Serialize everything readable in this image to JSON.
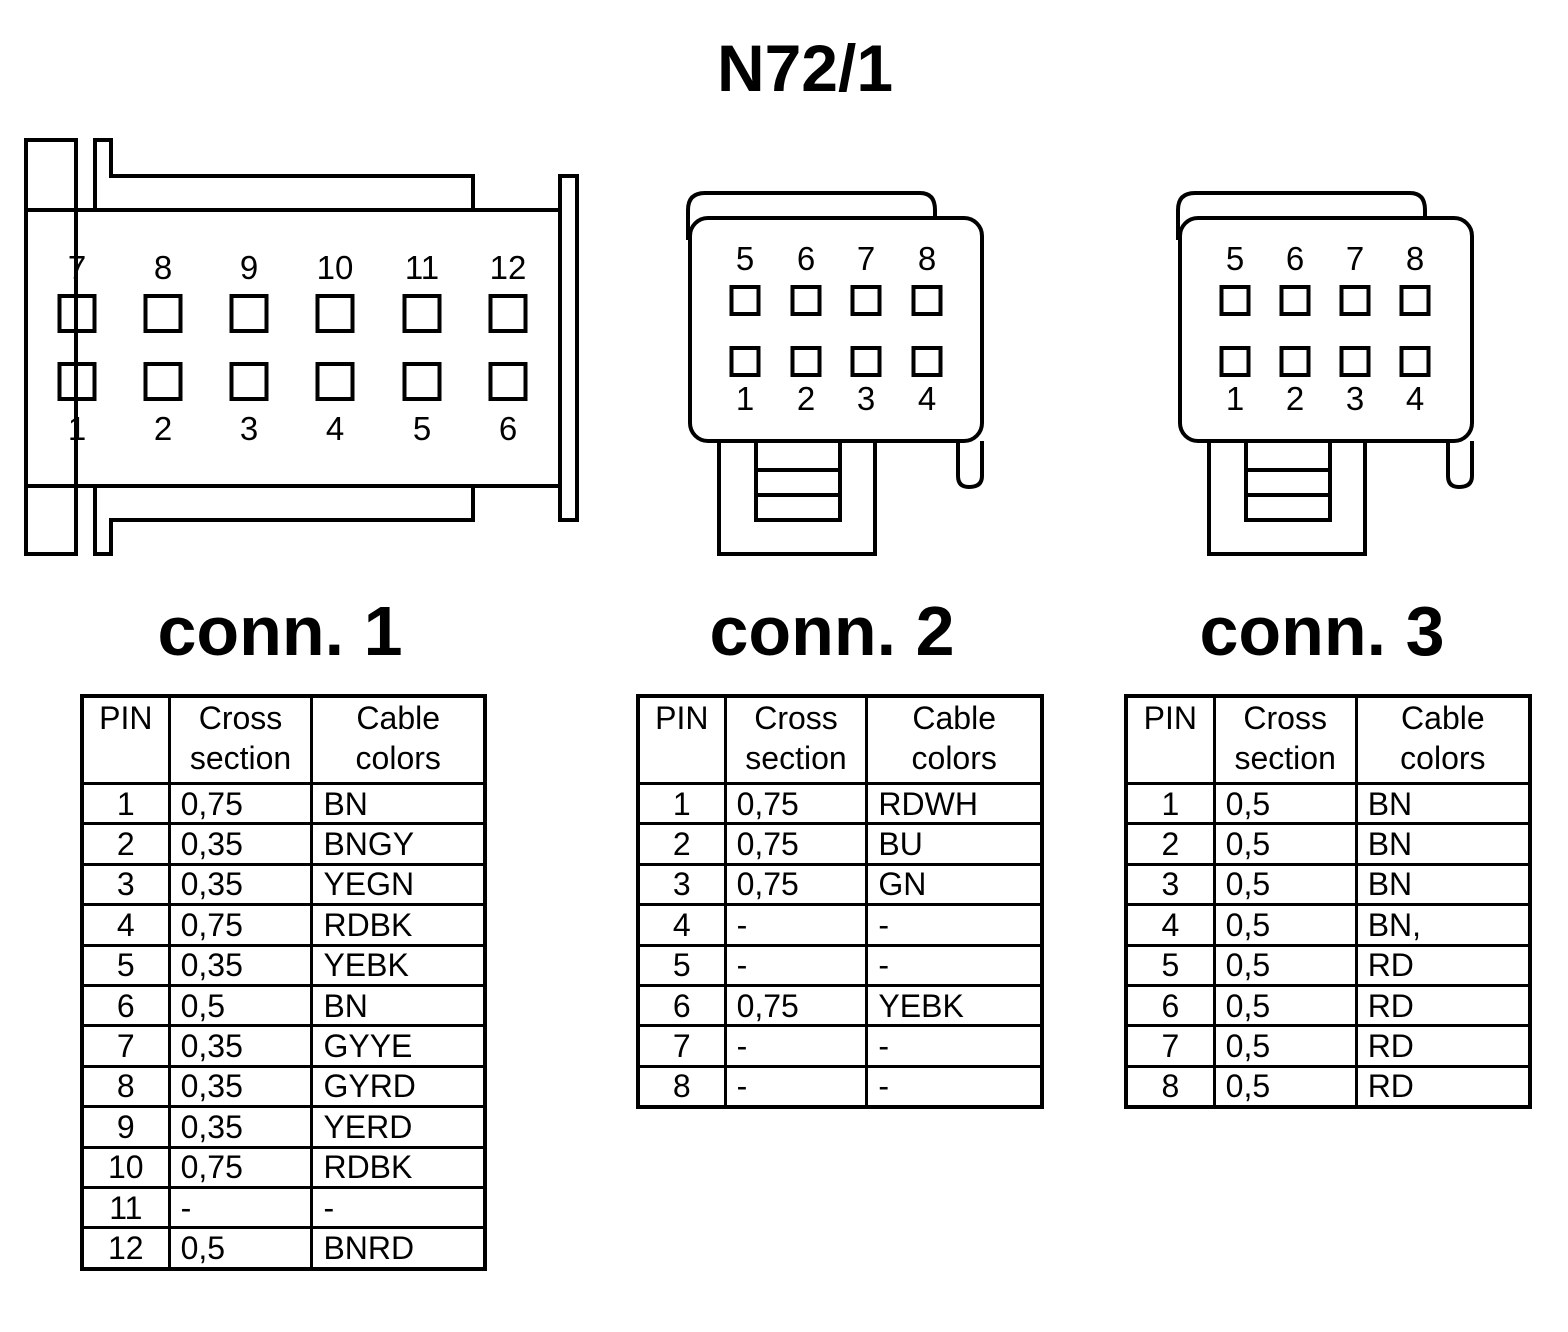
{
  "title": "N72/1",
  "headers": {
    "pin": "PIN",
    "cross_section": [
      "Cross",
      "section"
    ],
    "cable_colors": [
      "Cable",
      "colors"
    ]
  },
  "connectors": [
    {
      "label": "conn. 1",
      "top_pin_numbers": [
        "7",
        "8",
        "9",
        "10",
        "11",
        "12"
      ],
      "bottom_pin_numbers": [
        "1",
        "2",
        "3",
        "4",
        "5",
        "6"
      ],
      "rows": [
        {
          "pin": "1",
          "cross_section": "0,75",
          "color": "BN"
        },
        {
          "pin": "2",
          "cross_section": "0,35",
          "color": "BNGY"
        },
        {
          "pin": "3",
          "cross_section": "0,35",
          "color": "YEGN"
        },
        {
          "pin": "4",
          "cross_section": "0,75",
          "color": "RDBK"
        },
        {
          "pin": "5",
          "cross_section": "0,35",
          "color": "YEBK"
        },
        {
          "pin": "6",
          "cross_section": "0,5",
          "color": "BN"
        },
        {
          "pin": "7",
          "cross_section": "0,35",
          "color": "GYYE"
        },
        {
          "pin": "8",
          "cross_section": "0,35",
          "color": "GYRD"
        },
        {
          "pin": "9",
          "cross_section": "0,35",
          "color": "YERD"
        },
        {
          "pin": "10",
          "cross_section": "0,75",
          "color": "RDBK"
        },
        {
          "pin": "11",
          "cross_section": "-",
          "color": "-"
        },
        {
          "pin": "12",
          "cross_section": "0,5",
          "color": "BNRD"
        }
      ]
    },
    {
      "label": "conn. 2",
      "top_pin_numbers": [
        "5",
        "6",
        "7",
        "8"
      ],
      "bottom_pin_numbers": [
        "1",
        "2",
        "3",
        "4"
      ],
      "rows": [
        {
          "pin": "1",
          "cross_section": "0,75",
          "color": "RDWH"
        },
        {
          "pin": "2",
          "cross_section": "0,75",
          "color": "BU"
        },
        {
          "pin": "3",
          "cross_section": "0,75",
          "color": "GN"
        },
        {
          "pin": "4",
          "cross_section": "-",
          "color": "-"
        },
        {
          "pin": "5",
          "cross_section": "-",
          "color": "-"
        },
        {
          "pin": "6",
          "cross_section": "0,75",
          "color": "YEBK"
        },
        {
          "pin": "7",
          "cross_section": "-",
          "color": "-"
        },
        {
          "pin": "8",
          "cross_section": "-",
          "color": "-"
        }
      ]
    },
    {
      "label": "conn. 3",
      "top_pin_numbers": [
        "5",
        "6",
        "7",
        "8"
      ],
      "bottom_pin_numbers": [
        "1",
        "2",
        "3",
        "4"
      ],
      "rows": [
        {
          "pin": "1",
          "cross_section": "0,5",
          "color": "BN"
        },
        {
          "pin": "2",
          "cross_section": "0,5",
          "color": "BN"
        },
        {
          "pin": "3",
          "cross_section": "0,5",
          "color": "BN"
        },
        {
          "pin": "4",
          "cross_section": "0,5",
          "color": "BN,"
        },
        {
          "pin": "5",
          "cross_section": "0,5",
          "color": "RD"
        },
        {
          "pin": "6",
          "cross_section": "0,5",
          "color": "RD"
        },
        {
          "pin": "7",
          "cross_section": "0,5",
          "color": "RD"
        },
        {
          "pin": "8",
          "cross_section": "0,5",
          "color": "RD"
        }
      ]
    }
  ]
}
